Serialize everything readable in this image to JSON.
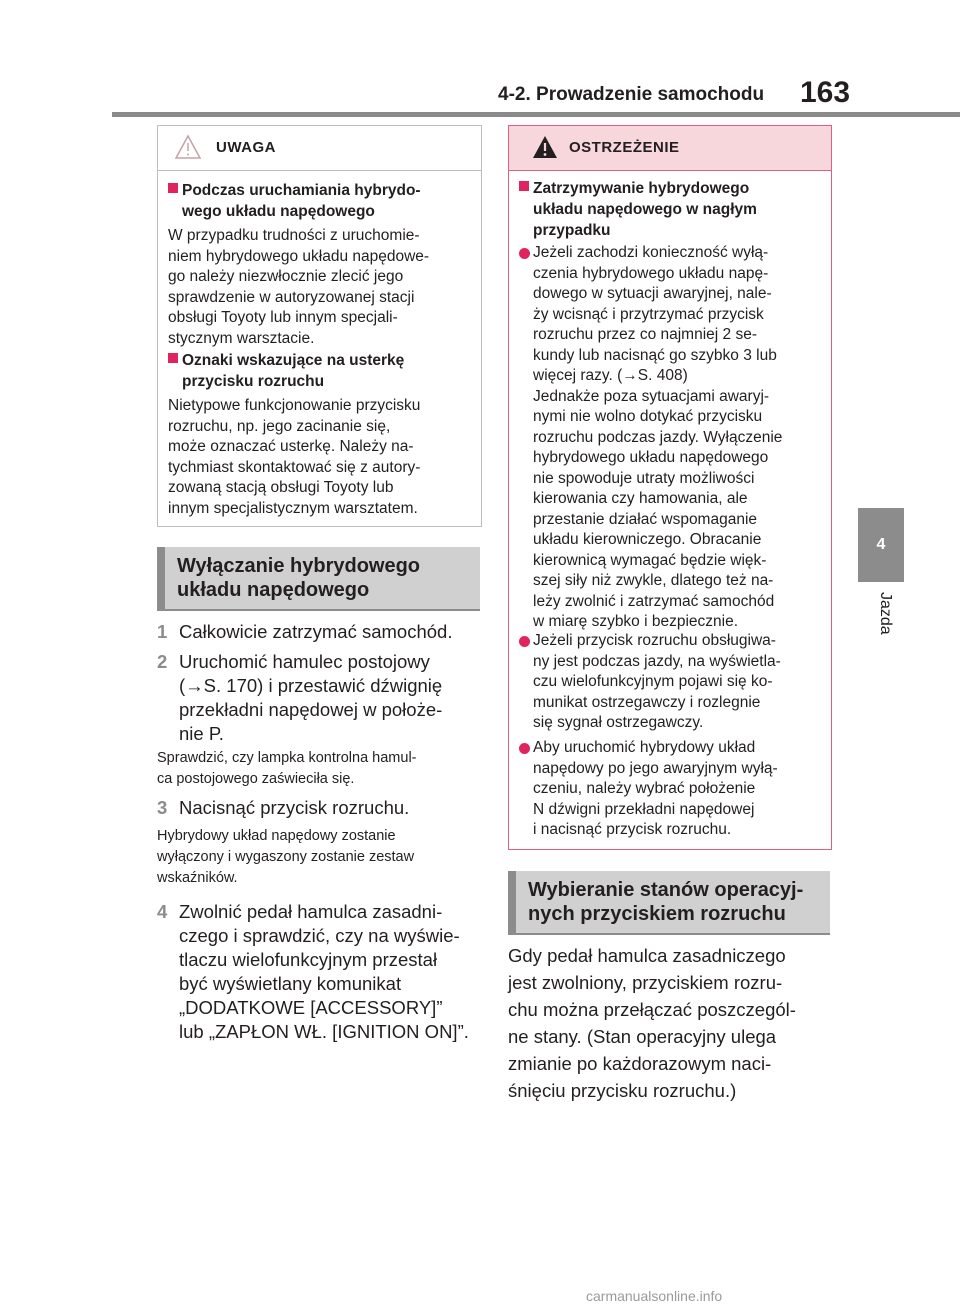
{
  "header": {
    "section_title": "4-2. Prowadzenie samochodu",
    "page_number": "163"
  },
  "side_tab": {
    "chapter_number": "4",
    "chapter_label": "Jazda"
  },
  "warning_box": {
    "title": "UWAGA",
    "icon": "warning-triangle-outline-icon",
    "sections": [
      {
        "heading": "Podczas uruchamiania hybrydo-\nwego układu napędowego",
        "text": "W przypadku trudności z uruchomie-\nniem hybrydowego układu napędowe-\ngo należy niezwłocznie zlecić jego\nsprawdzenie w autoryzowanej stacji\nobsługi Toyoty lub innym specjali-\nstycznym warsztacie."
      },
      {
        "heading": "Oznaki wskazujące na usterkę\nprzycisku rozruchu",
        "text": "Nietypowe funkcjonowanie przycisku\nrozruchu, np. jego zacinanie się,\nmoże oznaczać usterkę. Należy na-\ntychmiast skontaktować się z autory-\nzowaną stacją obsługi Toyoty lub\ninnym specjalistycznym warsztatem."
      }
    ]
  },
  "alert_box": {
    "title": "OSTRZEŻENIE",
    "icon": "warning-triangle-filled-icon",
    "heading": "Zatrzymywanie hybrydowego\nukładu napędowego w nagłym\nprzypadku",
    "bullets": [
      "Jeżeli zachodzi konieczność wyłą-\nczenia hybrydowego układu napę-\ndowego w sytuacji awaryjnej, nale-\nży wcisnąć i przytrzymać przycisk\nrozruchu przez co najmniej 2 se-\nkundy lub nacisnąć go szybko 3 lub\nwięcej razy. (→S. 408)\nJednakże poza sytuacjami awaryj-\nnymi nie wolno dotykać przycisku\nrozruchu podczas jazdy. Wyłączenie\nhybrydowego układu napędowego\nnie spowoduje utraty możliwości\nkierowania czy hamowania, ale\nprzestanie działać wspomaganie\nukładu kierowniczego. Obracanie\nkierownicą wymagać będzie więk-\nszej siły niż zwykle, dlatego też na-\nleży zwolnić i zatrzymać samochód\nw miarę szybko i bezpiecznie.",
      "Jeżeli przycisk rozruchu obsługiwa-\nny jest podczas jazdy, na wyświetla-\nczu wielofunkcyjnym pojawi się ko-\nmunikat ostrzegawczy i rozlegnie\nsię sygnał ostrzegawczy.",
      "Aby uruchomić hybrydowy układ\nnapędowy po jego awaryjnym wyłą-\nczeniu, należy wybrać położenie\nN dźwigni przekładni napędowej\ni nacisnąć przycisk rozruchu."
    ]
  },
  "left_section": {
    "heading": "Wyłączanie hybrydowego\nukładu napędowego",
    "steps": [
      {
        "number": "1",
        "text": "Całkowicie zatrzymać samochód."
      },
      {
        "number": "2",
        "text": "Uruchomić hamulec postojowy\n(→S. 170) i przestawić dźwignię\nprzekładni napędowej w położe-\nnie P."
      },
      {
        "number": "3",
        "text": "Nacisnąć przycisk rozruchu."
      },
      {
        "number": "4",
        "text": "Zwolnić pedał hamulca zasadni-\nczego i sprawdzić, czy na wyświe-\ntlaczu wielofunkcyjnym przestał\nbyć wyświetlany komunikat\n„DODATKOWE [ACCESSORY]”\nlub „ZAPŁON WŁ. [IGNITION ON]”."
      }
    ],
    "notes": [
      "Sprawdzić, czy lampka kontrolna hamul-\nca postojowego zaświeciła się.",
      "Hybrydowy układ napędowy zostanie\nwyłączony i wygaszony zostanie zestaw\nwskaźników."
    ]
  },
  "right_section": {
    "heading": "Wybieranie stanów operacyj-\nnych przyciskiem rozruchu",
    "paragraph": "Gdy pedał hamulca zasadniczego\njest zwolniony, przyciskiem rozru-\nchu można przełączać poszczegól-\nne stany. (Stan operacyjny ulega\nzmianie po każdorazowym naci-\nśnięciu przycisku rozruchu.)"
  },
  "watermark": "carmanualsonline.info",
  "colors": {
    "accent_pink": "#e0245e",
    "alert_header_bg": "#f7d6dc",
    "grey_tab": "#8c8c8c",
    "grey_heading_bg": "#d0d0d0"
  }
}
